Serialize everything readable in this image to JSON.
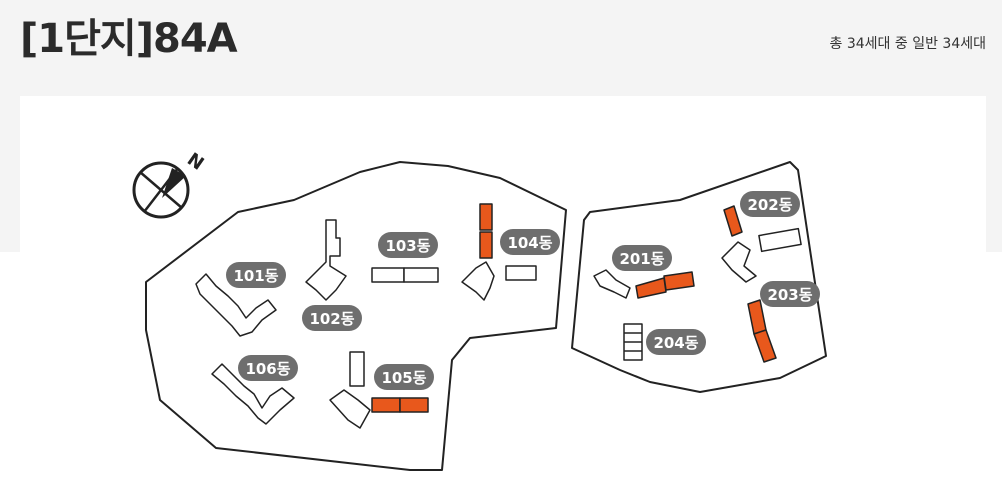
{
  "header": {
    "title": "[1단지]84A",
    "summary": "총 34세대 중 일반 34세대"
  },
  "compass": {
    "label": "N"
  },
  "buildings": [
    {
      "label": "101동",
      "highlighted": false
    },
    {
      "label": "102동",
      "highlighted": false
    },
    {
      "label": "103동",
      "highlighted": false
    },
    {
      "label": "104동",
      "highlighted": true
    },
    {
      "label": "105동",
      "highlighted": true
    },
    {
      "label": "106동",
      "highlighted": false
    },
    {
      "label": "201동",
      "highlighted": true
    },
    {
      "label": "202동",
      "highlighted": true
    },
    {
      "label": "203동",
      "highlighted": true
    },
    {
      "label": "204동",
      "highlighted": false
    }
  ],
  "colors": {
    "highlight": "#e8581c",
    "label_bg": "#6e6e6e",
    "label_text": "#ffffff",
    "outline": "#222222"
  }
}
